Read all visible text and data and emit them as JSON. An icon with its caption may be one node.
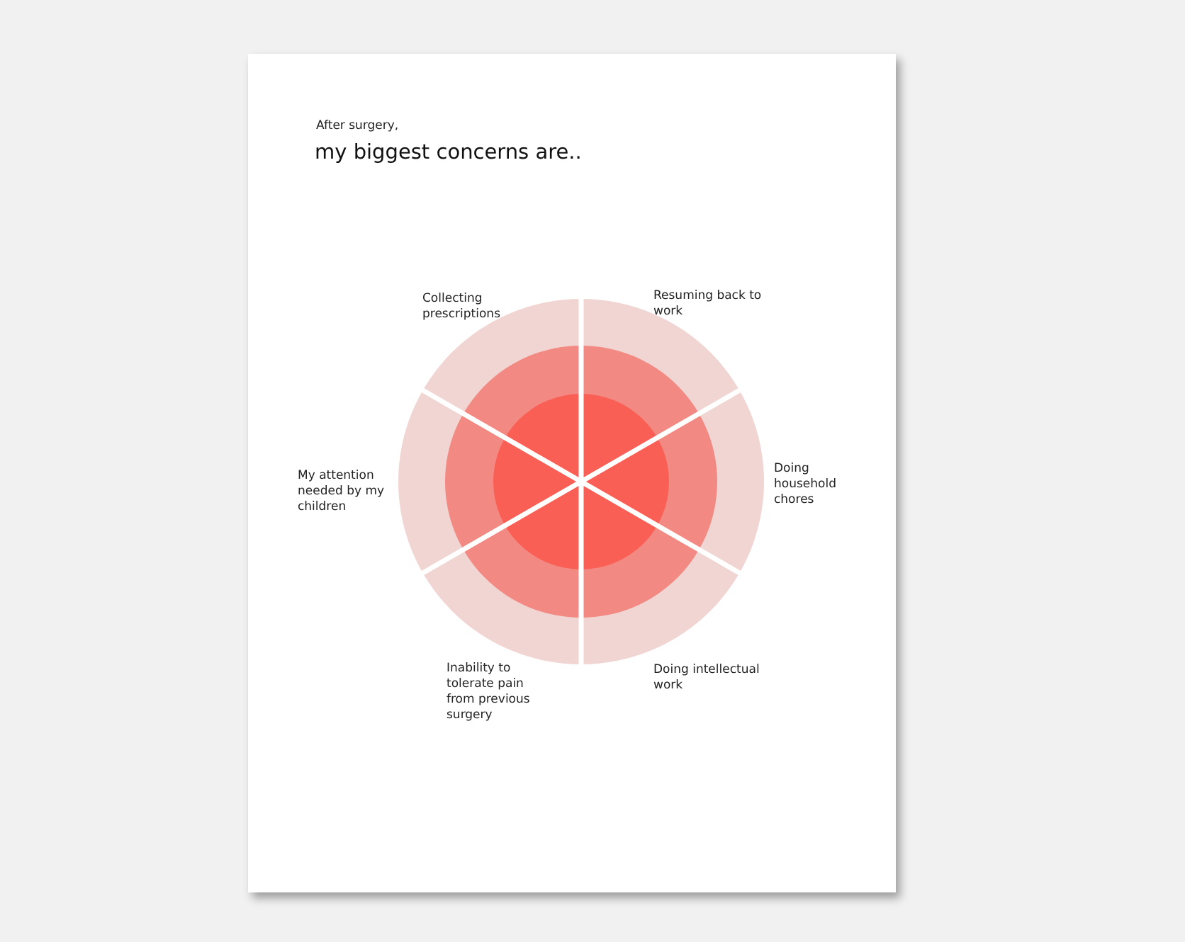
{
  "diagram": {
    "title": "my biggest concerns are..",
    "labels": [
      "After surgery,",
      "Collecting prescriptions",
      "Resuming back to work",
      "My attention needed by my children",
      "Doing household chores",
      "Inability to tolerate pain from previous surgery",
      "Doing intellectual work"
    ]
  }
}
